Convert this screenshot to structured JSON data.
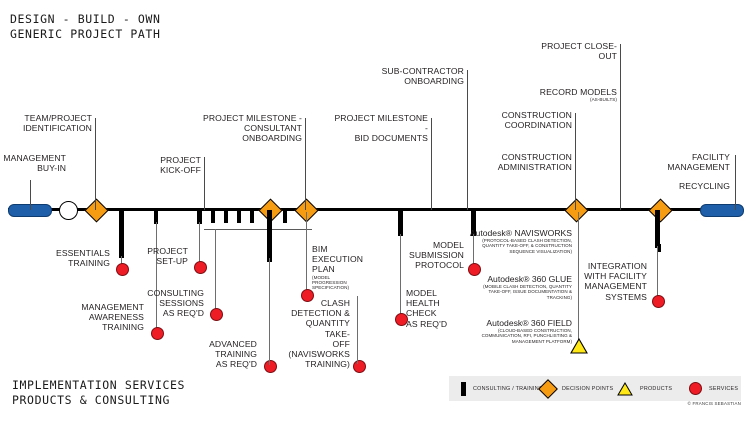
{
  "title": {
    "line1": "DESIGN - BUILD - OWN",
    "line2": "GENERIC PROJECT PATH"
  },
  "footer": {
    "line1": "IMPLEMENTATION SERVICES",
    "line2": "PRODUCTS & CONSULTING"
  },
  "copyright": "© FRANCIS SEBASTIAN",
  "colors": {
    "decision_point": "#f59c12",
    "service": "#ee1c25",
    "product": "#ffe816",
    "consulting": "#000000",
    "endpoint": "#1f5fa9",
    "legend_bg": "#ececec"
  },
  "milestones": [
    {
      "id": "management-buy-in",
      "label": "MANAGEMENT\nBUY-IN"
    },
    {
      "id": "team-project-identification",
      "label": "TEAM/PROJECT\nIDENTIFICATION"
    },
    {
      "id": "project-kick-off",
      "label": "PROJECT\nKICK-OFF"
    },
    {
      "id": "project-milestone-consultant-onboarding",
      "label": "PROJECT MILESTONE -\nCONSULTANT ONBOARDING"
    },
    {
      "id": "project-milestone-bid-documents",
      "label": "PROJECT MILESTONE -\nBID DOCUMENTS"
    },
    {
      "id": "sub-contractor-onboarding",
      "label": "SUB-CONTRACTOR\nONBOARDING"
    },
    {
      "id": "construction-coordination",
      "label": "CONSTRUCTION\nCOORDINATION"
    },
    {
      "id": "construction-administration",
      "label": "CONSTRUCTION\nADMINISTRATION"
    },
    {
      "id": "project-close-out",
      "label": "PROJECT CLOSE-\nOUT"
    },
    {
      "id": "record-models",
      "label": "RECORD MODELS",
      "sub": "(AS-BUILTS)"
    },
    {
      "id": "facility-management",
      "label": "FACILITY\nMANAGEMENT"
    },
    {
      "id": "recycling",
      "label": "RECYCLING"
    }
  ],
  "services": [
    {
      "id": "essentials-training",
      "label": "ESSENTIALS\nTRAINING"
    },
    {
      "id": "management-awareness-training",
      "label": "MANAGEMENT\nAWARENESS\nTRAINING"
    },
    {
      "id": "project-set-up",
      "label": "PROJECT\nSET-UP"
    },
    {
      "id": "consulting-sessions",
      "label": "CONSULTING\nSESSIONS\nAS REQ'D"
    },
    {
      "id": "advanced-training",
      "label": "ADVANCED\nTRAINING\nAS REQ'D"
    },
    {
      "id": "bim-execution-plan",
      "label": "BIM\nEXECUTION\nPLAN",
      "sub": "(MODEL\nPROGRESSION\nSPECIFICATION)"
    },
    {
      "id": "clash-detection-quantity-take-off",
      "label": "CLASH\nDETECTION &\nQUANTITY TAKE-\nOFF\n(NAVISWORKS\nTRAINING)"
    },
    {
      "id": "model-submission-protocol",
      "label": "MODEL\nSUBMISSION\nPROTOCOL"
    },
    {
      "id": "model-health-check",
      "label": "MODEL\nHEALTH\nCHECK\nAS REQ'D"
    },
    {
      "id": "integration-with-facility-management-systems",
      "label": "INTEGRATION\nWITH FACILITY\nMANAGEMENT\nSYSTEMS"
    }
  ],
  "products": [
    {
      "id": "autodesk-navisworks",
      "name": "Autodesk® NAVISWORKS",
      "sub": "(PROTOCOL-BASED CLASH DETECTION,\nQUANTITY TAKE-OFF, & CONSTRUCTION\nSEQUENCE VISUALIZATION)"
    },
    {
      "id": "autodesk-360-glue",
      "name": "Autodesk® 360 GLUE",
      "sub": "(MOBILE CLASH DETECTION, QUANTITY\nTAKE-OFF, ISSUE DOCUMENTATION &\nTRACKING)"
    },
    {
      "id": "autodesk-360-field",
      "name": "Autodesk® 360 FIELD",
      "sub": "(CLOUD-BASED CONSTRUCTION,\nCOMMUNICATION, RFI, PUNCHLISTING &\nMANAGEMENT PLATFORM)"
    }
  ],
  "legend": [
    {
      "id": "consulting-training",
      "label": "CONSULTING / TRAINING",
      "marker": "bar-icon"
    },
    {
      "id": "decision-points",
      "label": "DECISION POINTS",
      "marker": "diamond-icon"
    },
    {
      "id": "products",
      "label": "PRODUCTS",
      "marker": "triangle-icon"
    },
    {
      "id": "services",
      "label": "SERVICES",
      "marker": "circle-icon"
    }
  ]
}
